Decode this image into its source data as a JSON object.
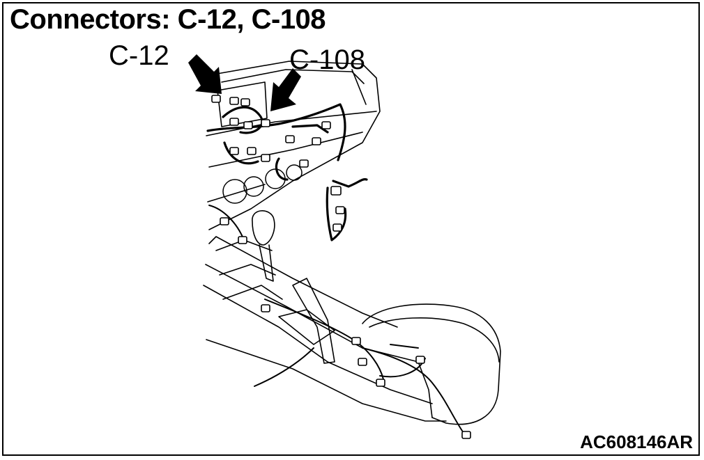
{
  "title": "Connectors: C-12, C-108",
  "callouts": {
    "c12": "C-12",
    "c108": "C-108"
  },
  "figure_id": "AC608146AR"
}
